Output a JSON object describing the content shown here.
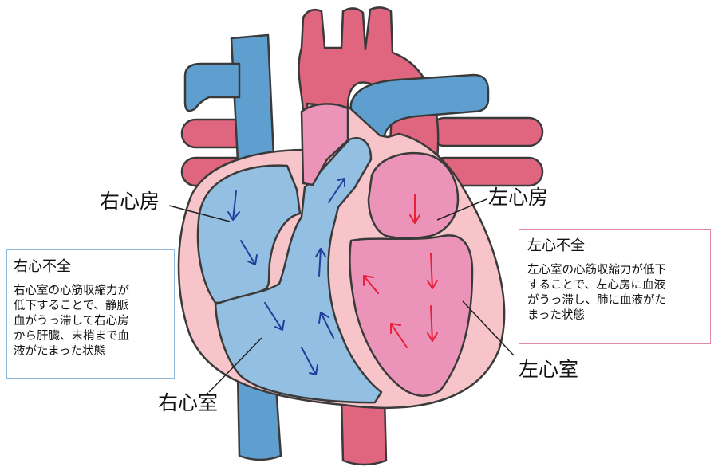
{
  "labels": {
    "right_atrium": "右心房",
    "left_atrium": "左心房",
    "right_ventricle": "右心室",
    "left_ventricle": "左心室"
  },
  "right_failure": {
    "title": "右心不全",
    "lines": [
      "右心室の心筋収縮力が",
      "低下することで、静脈",
      "血がうっ滞して右心房",
      "から肝臓、末梢まで血",
      "液がたまった状態"
    ]
  },
  "left_failure": {
    "title": "左心不全",
    "lines": [
      "左心室の心筋収縮力が低下",
      "することで、左心房に血液",
      "がうっ滞し、肺に血液がた",
      "まった状態"
    ]
  },
  "colors": {
    "blood_blue": "#5f9fcf",
    "chamber_blue": "#93bfe3",
    "blood_red": "#e0667f",
    "chamber_pink": "#ec93b9",
    "wall": "#f7c5c9",
    "outline": "#3a3a3a",
    "arrow_blue": "#1f3f9b",
    "arrow_red": "#e8203a"
  }
}
